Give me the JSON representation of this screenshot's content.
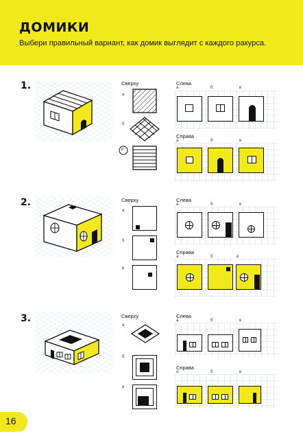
{
  "header": {
    "title": "ДОМИКИ",
    "subtitle": "Выбери правильный вариант, как домик выглядит с каждого ракурса."
  },
  "labels": {
    "top": "Сверху",
    "left": "Слева",
    "right": "Справа",
    "a": "а",
    "b": "б",
    "v": "в"
  },
  "tasks": [
    {
      "number": "1.",
      "selected_top": "в"
    },
    {
      "number": "2."
    },
    {
      "number": "3."
    }
  ],
  "page": {
    "number": "16"
  },
  "colors": {
    "accent": "#f2e91c",
    "grid": "#cfd6e3",
    "ink": "#111111"
  }
}
